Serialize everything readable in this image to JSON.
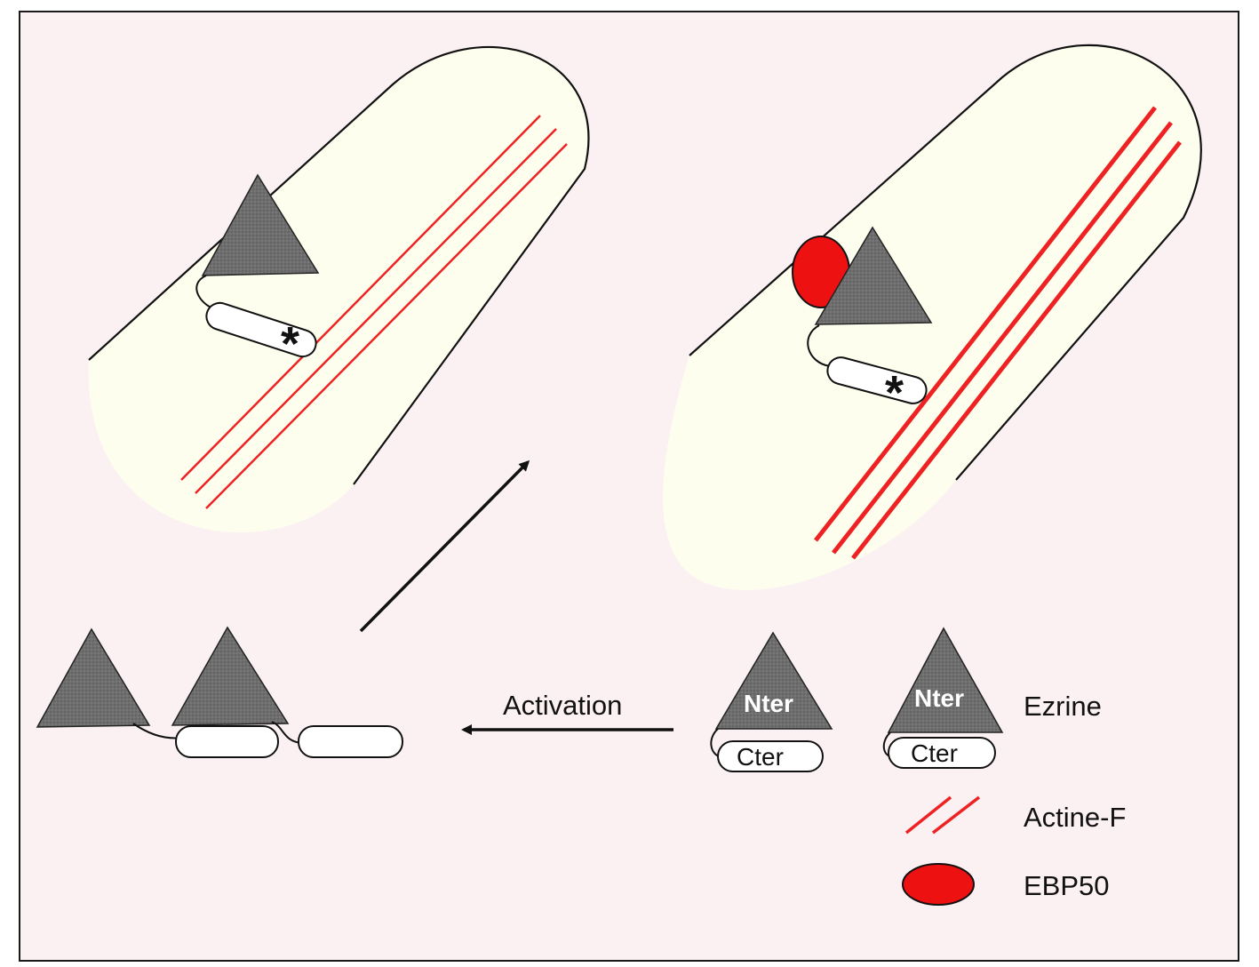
{
  "activation_label": "Activation",
  "monomer": {
    "n_domain_label": "Nter",
    "c_domain_label": "Cter"
  },
  "phospho_mark": "*",
  "legend": {
    "ezrine": "Ezrine",
    "actin": "Actine-F",
    "ebp50": "EBP50"
  },
  "colors": {
    "panel_border": "#1a1a1a",
    "panel_background": "#fbf1f3",
    "cell_fill": "#fefeee",
    "triangle_fill": "#6e6e6e",
    "actin_red": "#ee2222",
    "ebp50_red": "#ee1111",
    "outline": "#111111"
  }
}
